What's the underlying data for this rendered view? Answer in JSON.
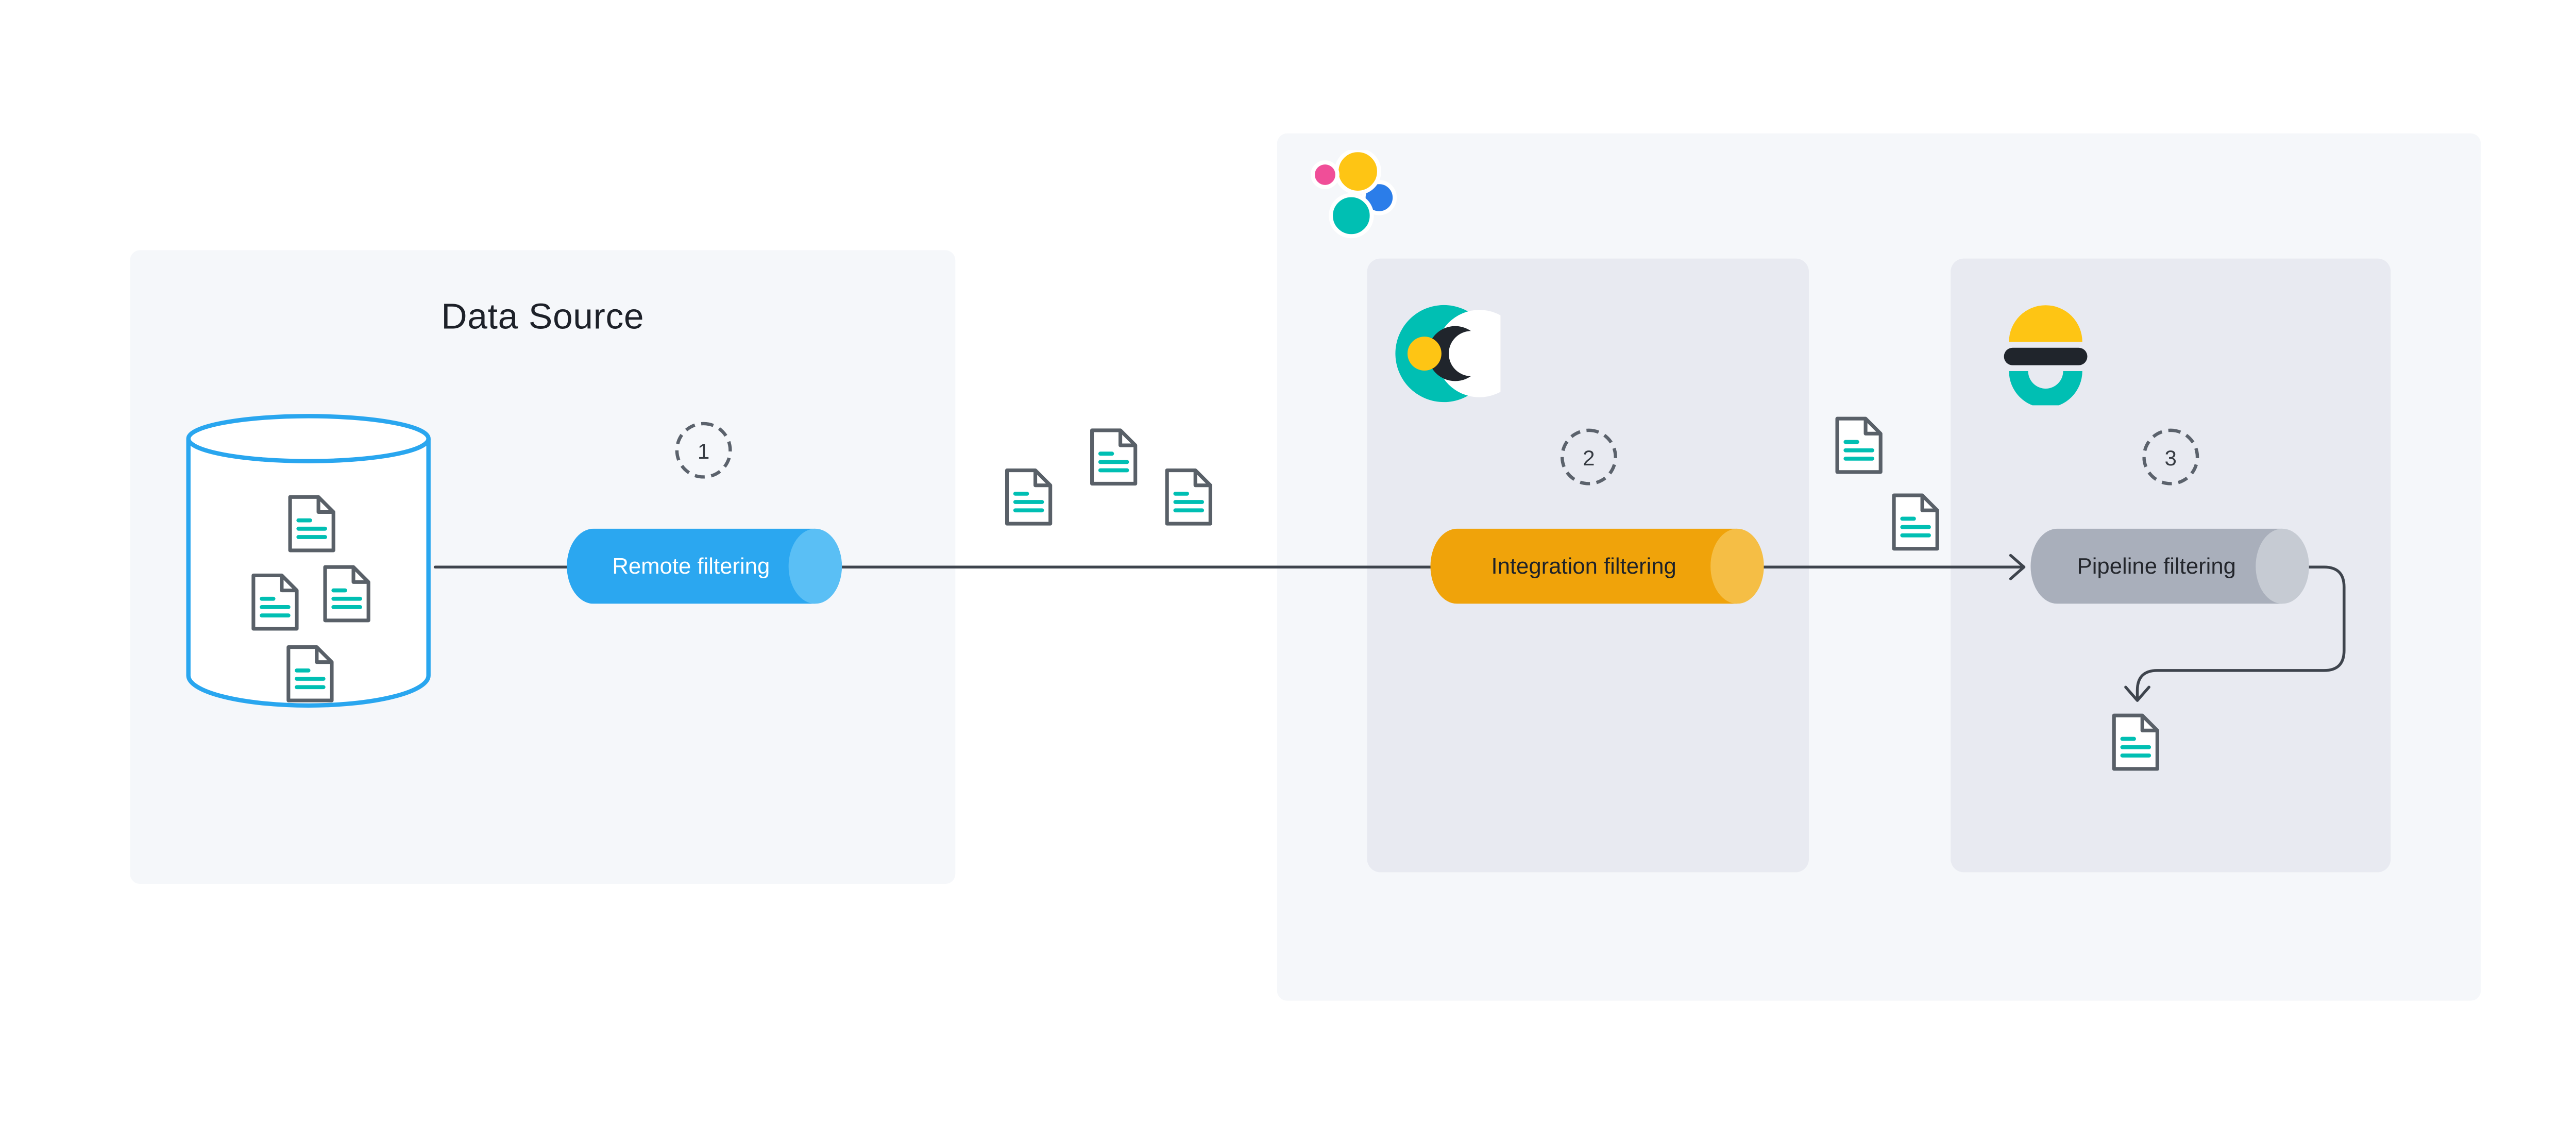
{
  "data_source": {
    "title": "Data Source",
    "step_badge": "1",
    "filter": "Remote filtering"
  },
  "elastic": {
    "integration": {
      "step_badge": "2",
      "filter": "Integration filtering"
    },
    "pipeline": {
      "step_badge": "3",
      "filter": "Pipeline filtering"
    }
  },
  "icons": {
    "database": "database-cylinder-icon",
    "document": "document-icon",
    "elastic_logo": "elastic-logo",
    "agent_logo": "elastic-agent-logo",
    "elasticsearch_logo": "elasticsearch-logo",
    "step_badge": "dashed-circle-step-badge",
    "arrow": "flow-arrow"
  },
  "colors": {
    "background": "#ffffff",
    "panel": "#f5f7fa",
    "panel_inner": "#e8eaf1",
    "blue": "#2BA7F0",
    "blue_cap": "#5ABFF5",
    "amber": "#F0A30A",
    "amber_cap": "#F5BE45",
    "gray_cylinder": "#A9AFBB",
    "gray_cap": "#C6CBD3",
    "teal": "#00BFB3",
    "yellow": "#FEC514",
    "pink": "#F04E98",
    "blue_logo": "#2B7DE9",
    "dark_navy": "#20252C",
    "db_stroke": "#29A6EF",
    "doc_stroke": "#596068",
    "line": "#3E444D",
    "text_dark": "#1d2129",
    "label_on_blue": "#ffffff",
    "label_on_amber": "#1d2129",
    "label_on_gray": "#23262C",
    "step_border": "#5B626C"
  }
}
